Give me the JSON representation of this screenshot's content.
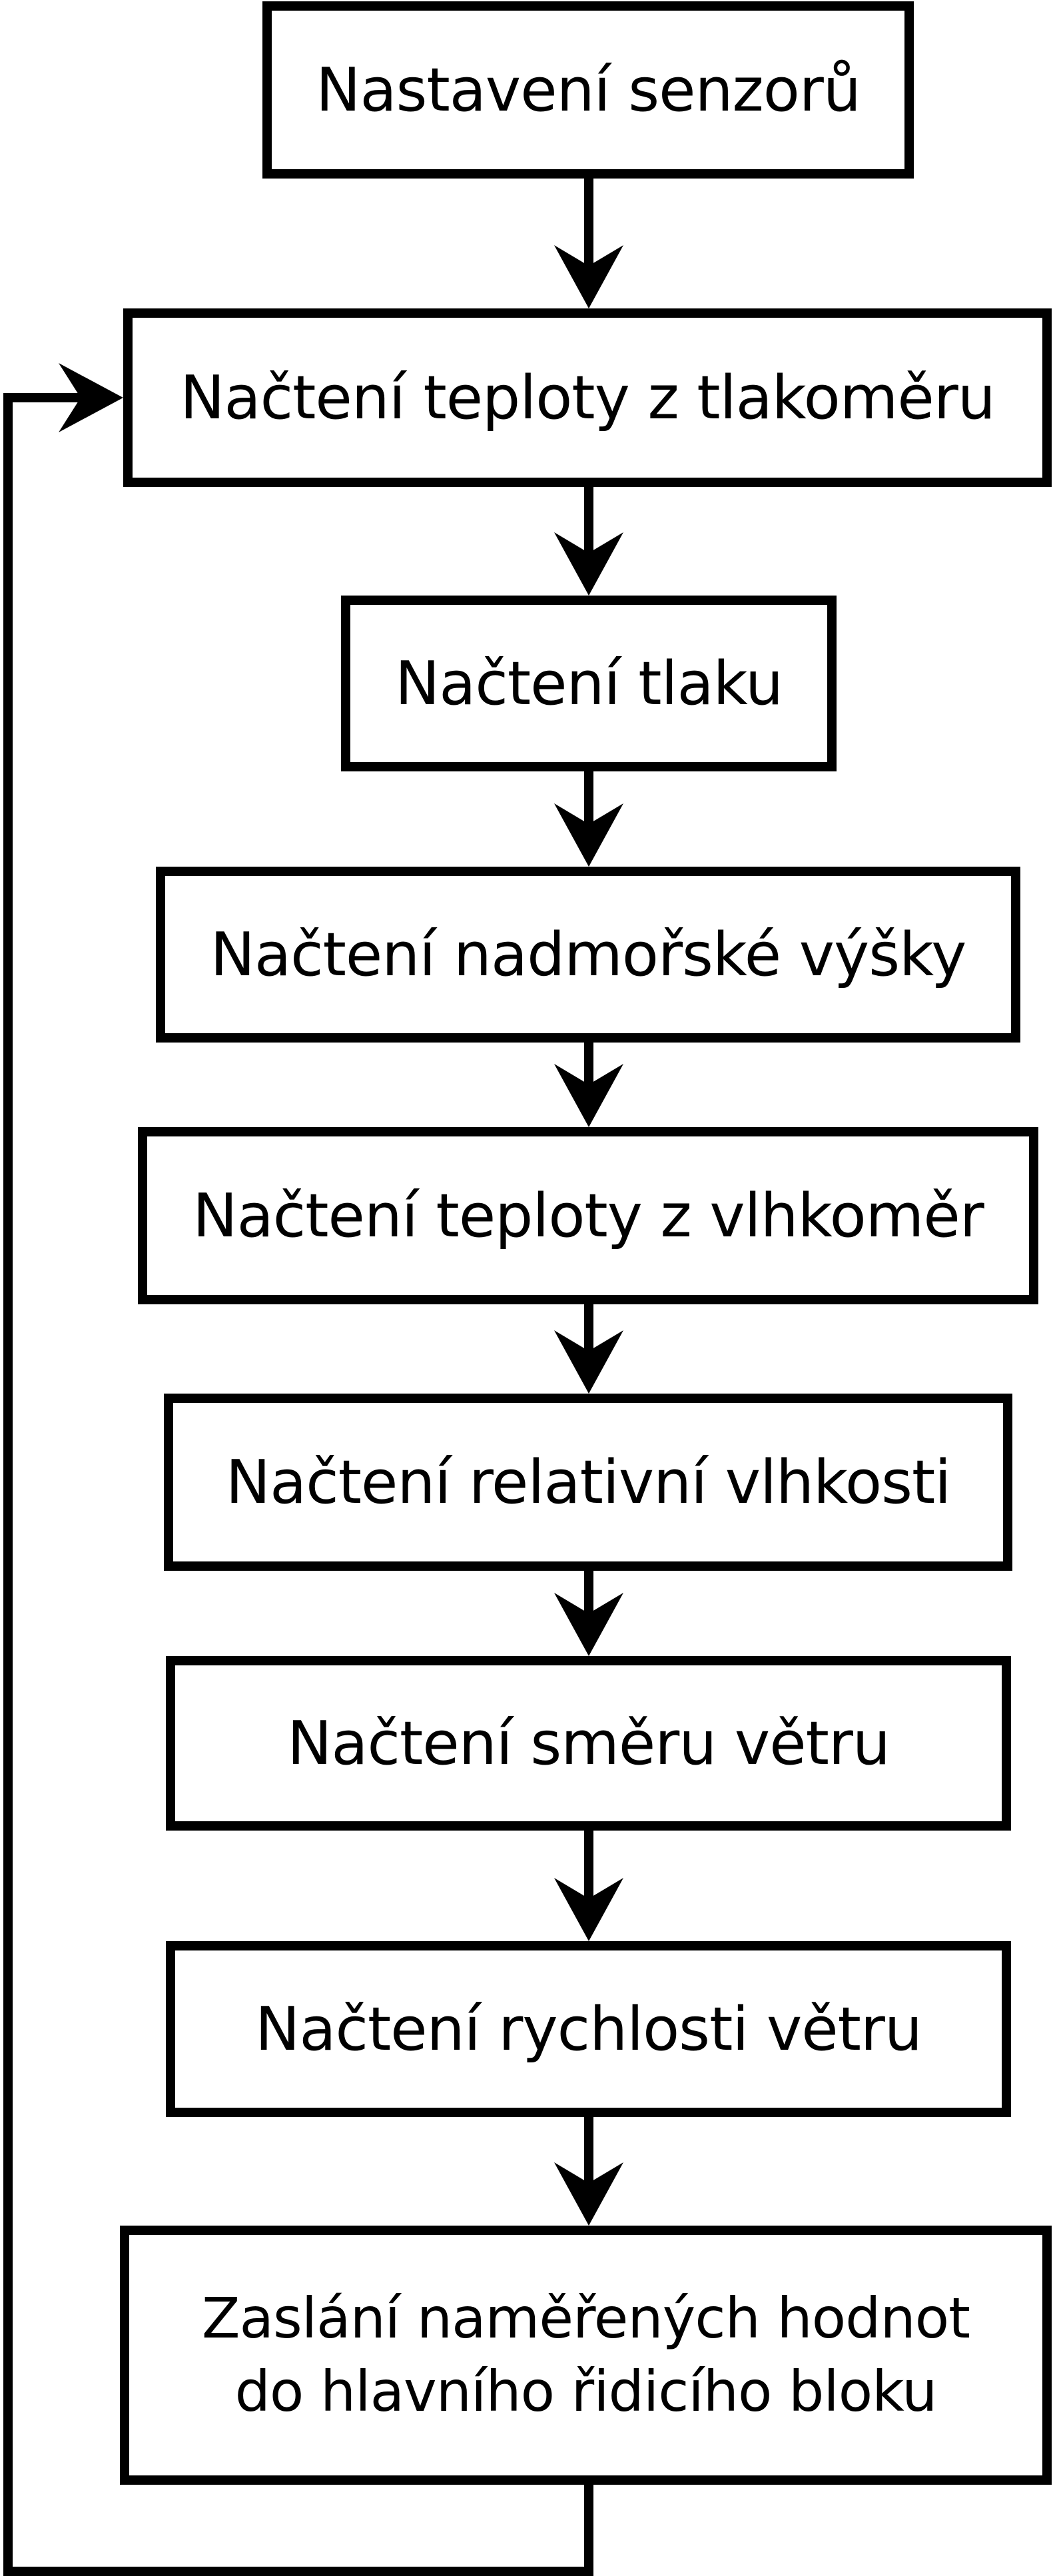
{
  "diagram": {
    "type": "flowchart",
    "colors": {
      "line": "#000000",
      "background": "#ffffff",
      "box_fill": "#ffffff",
      "text": "#000000"
    },
    "boxes": [
      {
        "label": "Nastavení senzorů"
      },
      {
        "label": "Načtení teploty z tlakoměru"
      },
      {
        "label": "Načtení tlaku"
      },
      {
        "label": "Načtení nadmořské výšky"
      },
      {
        "label": "Načtení teploty z vlhkoměr"
      },
      {
        "label": "Načtení relativní vlhkosti"
      },
      {
        "label": "Načtení směru větru"
      },
      {
        "label": "Načtení rychlosti větru"
      },
      {
        "label": "Zaslání naměřených hodnot do hlavního řidicího bloku",
        "lines": [
          "Zaslání naměřených hodnot",
          "do hlavního řidicího bloku"
        ]
      }
    ],
    "edges": [
      {
        "from": 0,
        "to": 1,
        "type": "arrow-down"
      },
      {
        "from": 1,
        "to": 2,
        "type": "arrow-down"
      },
      {
        "from": 2,
        "to": 3,
        "type": "arrow-down"
      },
      {
        "from": 3,
        "to": 4,
        "type": "arrow-down"
      },
      {
        "from": 4,
        "to": 5,
        "type": "arrow-down"
      },
      {
        "from": 5,
        "to": 6,
        "type": "arrow-down"
      },
      {
        "from": 6,
        "to": 7,
        "type": "arrow-down"
      },
      {
        "from": 7,
        "to": 8,
        "type": "arrow-down"
      },
      {
        "from": 8,
        "to": 1,
        "type": "loop-back-left"
      }
    ]
  }
}
